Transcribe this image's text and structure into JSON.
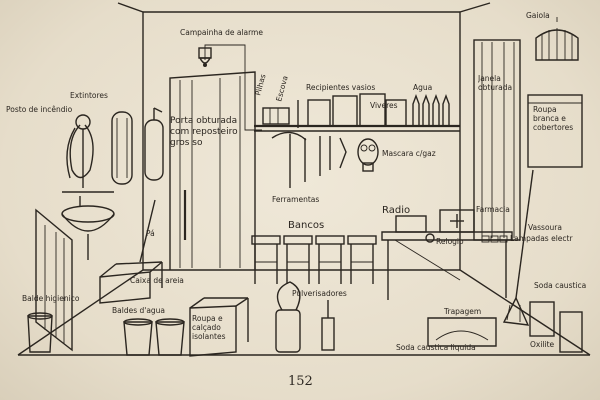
{
  "labels": {
    "alarm_bell": "Campainha de alarme",
    "cage": "Gaiola",
    "extinguishers": "Extintores",
    "fire_hydrant": "Posto de incêndio",
    "door": "Porta obturada com reposteiro gros so",
    "batteries": "Pilhas",
    "brush": "Escova",
    "empty_containers": "Recipientes vasios",
    "water": "Agua",
    "window": "Janela obturada",
    "provisions": "Viveres",
    "white_clothes": "Roupa branca e cobertores",
    "gas_mask": "Mascara c/gaz",
    "tools": "Ferramentas",
    "pharmacy": "Farmacia",
    "shovel": "Pá",
    "benches": "Bancos",
    "radio": "Radio",
    "broom": "Vassoura",
    "clock": "Relogio",
    "lamps": "Lampadas electr",
    "sand_box": "Caixa de areia",
    "hygienic_bucket": "Balde higienico",
    "water_buckets": "Baldes d'agua",
    "sprayers": "Pulverisadores",
    "caustic_soda": "Soda caustica",
    "clothes_shoes": "Roupa e calçado isolantes",
    "rags": "Trapagem",
    "caustic_soda_liquid": "Soda caustica liquida",
    "oxilite": "Oxilite"
  },
  "page_number": "152"
}
